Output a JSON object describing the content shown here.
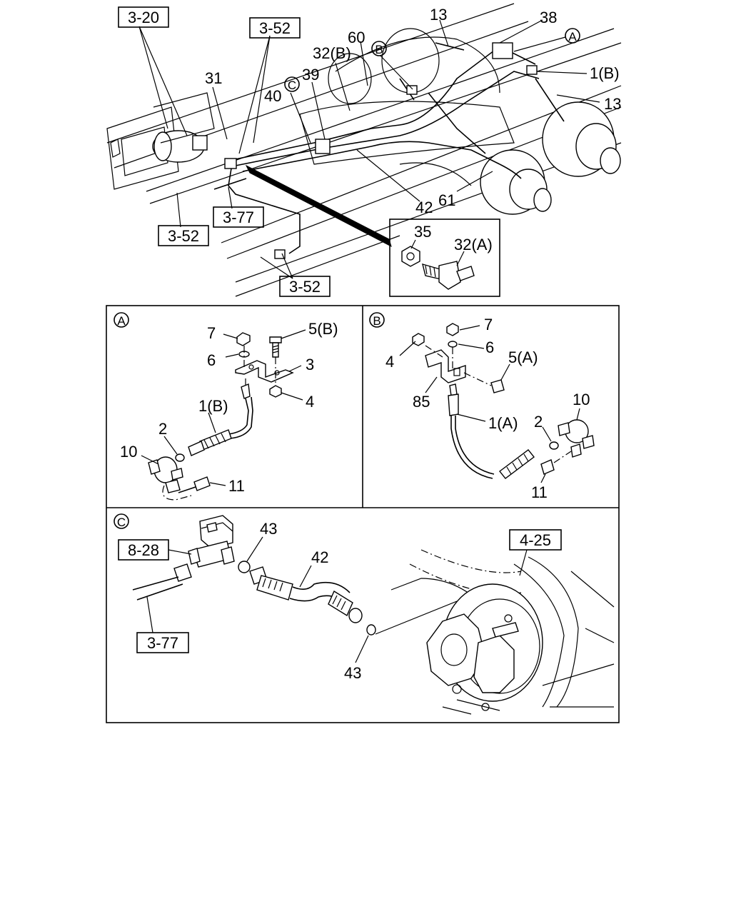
{
  "overview": {
    "refs": {
      "r_3_20": "3-20",
      "r_3_52_top": "3-52",
      "r_3_52_left": "3-52",
      "r_3_52_bottom": "3-52",
      "r_3_77": "3-77"
    },
    "labels": {
      "l13a": "13",
      "l38": "38",
      "l60": "60",
      "l32b": "32(B)",
      "l1b": "1(B)",
      "l13b": "13",
      "l31": "31",
      "l39": "39",
      "l40": "40",
      "l42": "42",
      "l61": "61",
      "l35": "35",
      "l32a": "32(A)"
    },
    "callouts": {
      "cA": "A",
      "cB": "B",
      "cC": "C"
    }
  },
  "panel_a": {
    "tag": "A",
    "labels": {
      "p7": "7",
      "p5b": "5(B)",
      "p6": "6",
      "p3": "3",
      "p4": "4",
      "p1b": "1(B)",
      "p2": "2",
      "p10": "10",
      "p11": "11"
    }
  },
  "panel_b": {
    "tag": "B",
    "labels": {
      "p7": "7",
      "p4": "4",
      "p6": "6",
      "p5a": "5(A)",
      "p85": "85",
      "p10": "10",
      "p1a": "1(A)",
      "p2": "2",
      "p11": "11"
    }
  },
  "panel_c": {
    "tag": "C",
    "refs": {
      "r_8_28": "8-28",
      "r_3_77": "3-77",
      "r_4_25": "4-25"
    },
    "labels": {
      "p43a": "43",
      "p42": "42",
      "p43b": "43"
    }
  }
}
